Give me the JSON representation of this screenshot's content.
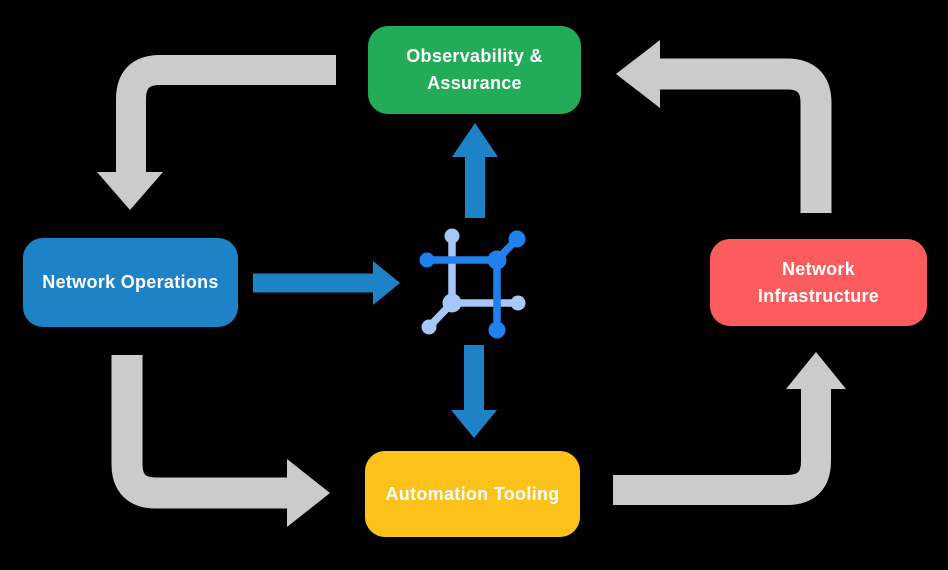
{
  "diagram": {
    "nodes": [
      {
        "id": "observability-assurance",
        "label": "Observability & Assurance",
        "color": "#23AC57"
      },
      {
        "id": "network-operations",
        "label": "Network Operations",
        "color": "#1E82C6"
      },
      {
        "id": "network-infrastructure",
        "label": "Network Infrastructure",
        "color": "#FD5C5E"
      },
      {
        "id": "automation-tooling",
        "label": "Automation Tooling",
        "color": "#FCC21B"
      }
    ],
    "center_icon": {
      "name": "network-mesh-icon",
      "color_primary": "#2080EE",
      "color_secondary": "#A6C8F8"
    },
    "colors": {
      "background": "#000000",
      "arrow_gray": "#CBCBCB",
      "arrow_blue": "#1E82C6",
      "label_text": "#FFFFFF"
    },
    "edges": [
      {
        "from": "observability-assurance",
        "to": "network-operations",
        "style": "gray-cycle-elbow"
      },
      {
        "from": "network-operations",
        "to": "automation-tooling",
        "style": "gray-cycle-elbow"
      },
      {
        "from": "automation-tooling",
        "to": "network-infrastructure",
        "style": "gray-cycle-elbow"
      },
      {
        "from": "network-infrastructure",
        "to": "observability-assurance",
        "style": "gray-cycle-elbow"
      },
      {
        "from": "network-operations",
        "to": "center-icon",
        "style": "blue-straight"
      },
      {
        "from": "center-icon",
        "to": "observability-assurance",
        "style": "blue-straight"
      },
      {
        "from": "center-icon",
        "to": "automation-tooling",
        "style": "blue-straight"
      }
    ]
  }
}
